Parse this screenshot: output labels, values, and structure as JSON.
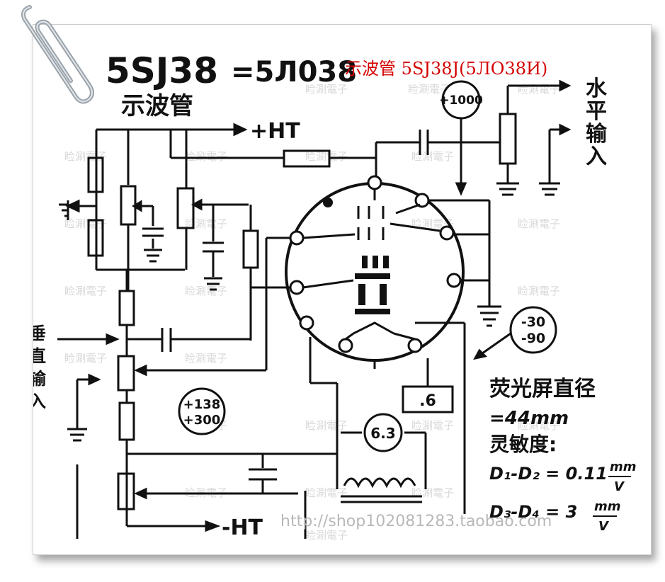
{
  "diagram": {
    "model_handwritten": "5SJ38",
    "model_equiv": "=5Л038",
    "type_cn": "示波管",
    "red_title": "示波管  5SJ38J(5ЛО38И)",
    "plus_ht": "+HT",
    "minus_ht": "-HT",
    "v1000": "+1000",
    "v_neg30": "-30",
    "v_neg90": "-90",
    "v138": "+138",
    "v300": "+300",
    "v6": ".6",
    "v63": "6.3",
    "horiz_input": [
      "水",
      "平",
      "输",
      "入"
    ],
    "vert_input": [
      "垂",
      "直",
      "输",
      "入"
    ],
    "screen_dia_label": "荧光屏直径",
    "screen_dia_value": "=44mm",
    "sensitivity_label": "灵敏度:",
    "d1d2_label": "D₁-D₂ = 0.11",
    "d1d2_unit_top": "mm",
    "d1d2_unit_bot": "V",
    "d3d4_label": "D₃-D₄ = 3",
    "d3d4_unit_top": "mm",
    "d3d4_unit_bot": "V",
    "shop_url": "http://shop102081283.taobao.com",
    "watermark": "睑涮電子"
  },
  "colors": {
    "ink": "#111111",
    "title_red": "#d40000",
    "clip": "#9aa3ab"
  }
}
